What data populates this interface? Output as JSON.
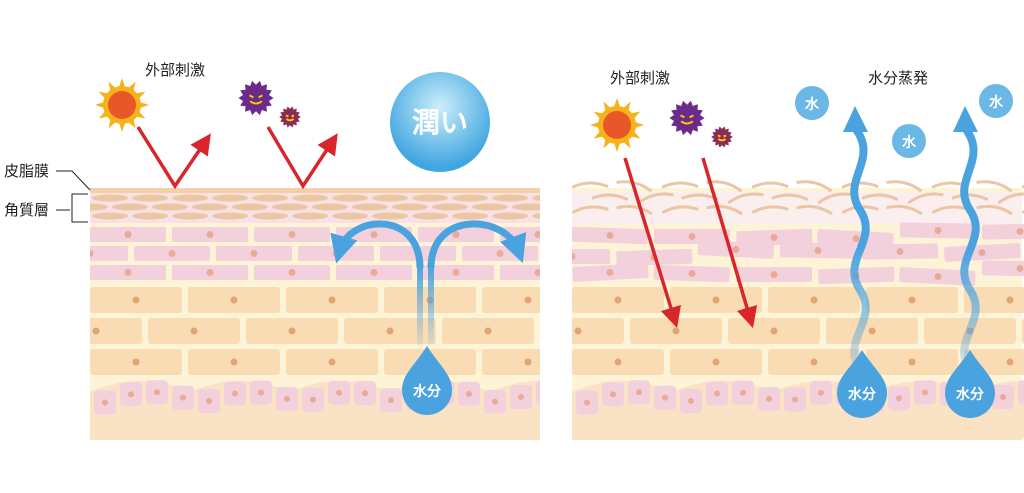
{
  "left": {
    "stimulus_label": "外部刺激",
    "moisture_badge": "潤い",
    "sebum_label": "皮脂膜",
    "corneum_label": "角質層",
    "water_drop": "水分"
  },
  "right": {
    "stimulus_label": "外部刺激",
    "evaporation_label": "水分蒸発",
    "water_bubbles": [
      "水",
      "水",
      "水"
    ],
    "water_drops": [
      "水分",
      "水分"
    ]
  },
  "colors": {
    "arrow_red": "#d9262b",
    "water_blue": "#4aa3df",
    "sun": "#e8572a",
    "germ": "#6b2a8c"
  }
}
